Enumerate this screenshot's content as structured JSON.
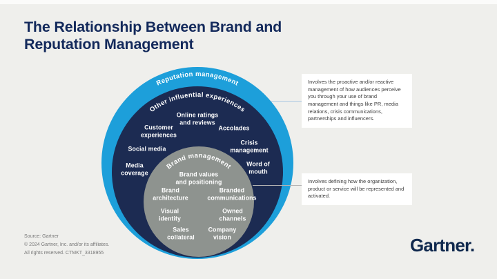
{
  "page": {
    "title": "The Relationship Between Brand and\nReputation Management",
    "background": "#efefec"
  },
  "colors": {
    "outer_blue": "#1d9fda",
    "navy": "#1c2b52",
    "inner_gray": "#8e938f",
    "title_navy": "#13295b",
    "logo_navy": "#10294e"
  },
  "rings": {
    "outer_label": "Reputation management",
    "middle_label": "Other influential experiences",
    "inner_label": "Brand management"
  },
  "reputation_items": [
    "Online ratings\nand reviews",
    "Customer\nexperiences",
    "Accolades",
    "Social media",
    "Crisis\nmanagement",
    "Media\ncoverage",
    "Word of\nmouth"
  ],
  "brand_items": [
    "Brand values\nand positioning",
    "Brand\narchitecture",
    "Branded\ncommunications",
    "Visual\nidentity",
    "Owned\nchannels",
    "Sales\ncollateral",
    "Company\nvision"
  ],
  "callouts": {
    "reputation": "Involves the proactive and/or reactive management of how audiences perceive you through your use of brand management and things like PR, media relations, crisis communications, partnerships and influencers.",
    "brand": "Involves defining how the organization, product or service will be represented and activated."
  },
  "footer": {
    "source": "Source: Gartner",
    "copyright": "© 2024 Gartner, Inc. and/or its affiliates.",
    "rights": "All rights reserved. CTMKT_3318955",
    "logo": "Gartner."
  }
}
